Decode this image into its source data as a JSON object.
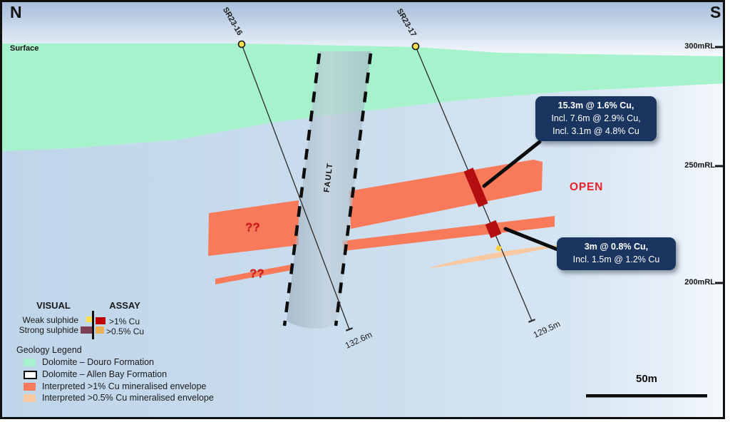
{
  "section": {
    "north_label": "N",
    "south_label": "S",
    "surface_label": "Surface",
    "fault_label": "FAULT",
    "open_label": "OPEN",
    "query_upper": "??",
    "query_lower": "??"
  },
  "drillholes": [
    {
      "name": "SR23-16",
      "depth_label": "132.6m"
    },
    {
      "name": "SR23-17",
      "depth_label": "129.5m"
    }
  ],
  "elevation_ticks": [
    {
      "label": "300mRL"
    },
    {
      "label": "250mRL"
    },
    {
      "label": "200mRL"
    }
  ],
  "callouts": {
    "intercept1": {
      "line1": "15.3m @ 1.6% Cu,",
      "line2": "Incl. 7.6m @ 2.9% Cu,",
      "line3": "Incl. 3.1m @ 4.8% Cu"
    },
    "intercept2": {
      "line1": "3m @ 0.8% Cu,",
      "line2": "Incl. 1.5m @ 1.2% Cu"
    }
  },
  "legend": {
    "visual_header": "VISUAL",
    "assay_header": "ASSAY",
    "visual_items": [
      {
        "label": "Weak sulphide",
        "color": "#FFE14D"
      },
      {
        "label": "Strong sulphide",
        "color": "#7D4055"
      }
    ],
    "assay_items": [
      {
        "label": ">1% Cu",
        "color": "#C00000"
      },
      {
        "label": ">0.5% Cu",
        "color": "#EDB052"
      }
    ],
    "geology_header": "Geology Legend",
    "geology_items": [
      {
        "label": "Dolomite – Douro Formation",
        "color": "#A5F2CC",
        "outlined": false
      },
      {
        "label": "Dolomite – Allen Bay Formation",
        "color": "#FFFFFF",
        "outlined": true
      },
      {
        "label": "Interpreted >1% Cu mineralised envelope",
        "color": "#F87A5B",
        "outlined": false
      },
      {
        "label": "Interpreted >0.5% Cu mineralised envelope",
        "color": "#F8C9A1",
        "outlined": false
      }
    ]
  },
  "scale_bar": {
    "label": "50m"
  },
  "colors": {
    "douro": "#A5F2CC",
    "envelope1": "#F87A5B",
    "envelope05": "#F8C9A1",
    "intercept": "#B30E10",
    "navy": "#1A355F",
    "open_red": "#E8202A",
    "q_red": "#D6191C",
    "collar": "#FFE14D"
  }
}
